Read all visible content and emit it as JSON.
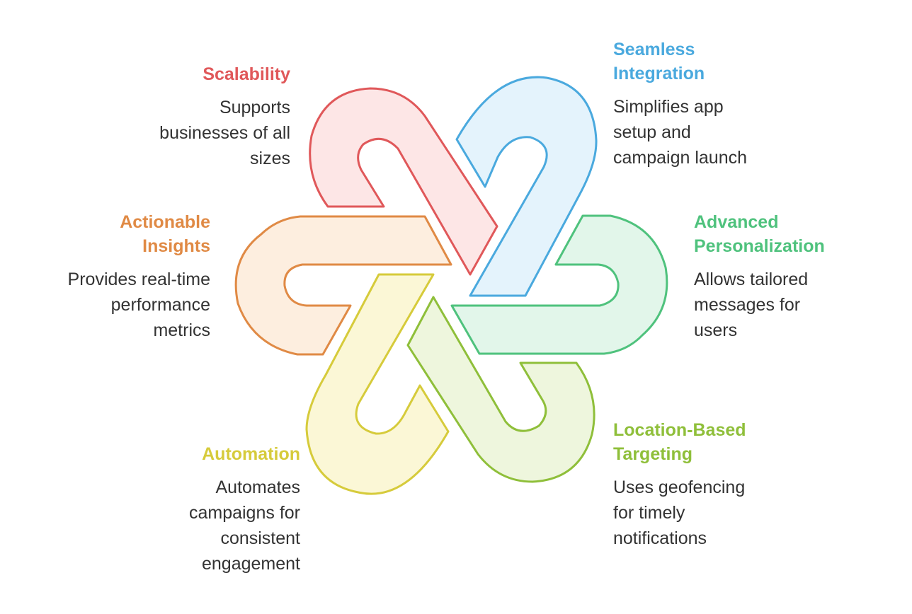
{
  "segments": [
    {
      "id": "scalability",
      "title": [
        "Scalability"
      ],
      "description": [
        "Supports",
        "businesses of all",
        "sizes"
      ],
      "stroke": "#e0585a",
      "fill": "#fde6e6"
    },
    {
      "id": "seamless",
      "title": [
        "Seamless",
        "Integration"
      ],
      "description": [
        "Simplifies app",
        "setup and",
        "campaign launch"
      ],
      "stroke": "#4aa9de",
      "fill": "#e4f3fc"
    },
    {
      "id": "actionable",
      "title": [
        "Actionable",
        "Insights"
      ],
      "description": [
        "Provides real-time",
        "performance",
        "metrics"
      ],
      "stroke": "#e08a45",
      "fill": "#fdeedf"
    },
    {
      "id": "advanced",
      "title": [
        "Advanced",
        "Personalization"
      ],
      "description": [
        "Allows tailored",
        "messages for",
        "users"
      ],
      "stroke": "#4fc27d",
      "fill": "#e2f6ea"
    },
    {
      "id": "automation",
      "title": [
        "Automation"
      ],
      "description": [
        "Automates",
        "campaigns for",
        "consistent",
        "engagement"
      ],
      "stroke": "#d6cb3b",
      "fill": "#fbf7d6"
    },
    {
      "id": "location",
      "title": [
        "Location-Based",
        "Targeting"
      ],
      "description": [
        "Uses geofencing",
        "for timely",
        "notifications"
      ],
      "stroke": "#8fbf3a",
      "fill": "#eef6dd"
    }
  ]
}
